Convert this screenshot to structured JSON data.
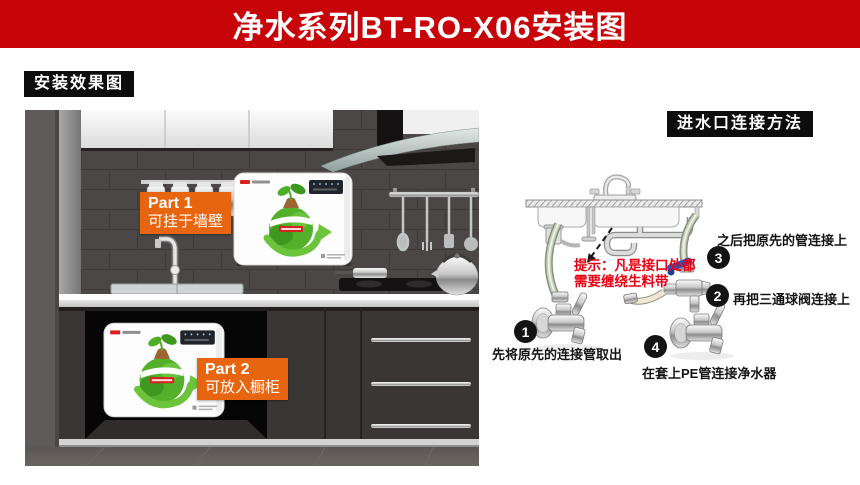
{
  "banner": {
    "title": "净水系列BT-RO-X06安装图"
  },
  "colors": {
    "banner_red": "#c70408",
    "label_black": "#0d0d0d",
    "part_orange": "#e8650f",
    "tip_red": "#e60012",
    "eco_green": "#54b02a"
  },
  "effect_section": {
    "label": "安装效果图",
    "part1": {
      "title": "Part 1",
      "desc": "可挂于墙壁"
    },
    "part2": {
      "title": "Part 2",
      "desc": "可放入橱柜"
    }
  },
  "inlet_section": {
    "label": "进水口连接方法",
    "tip_line1": "提示：凡是接口处都",
    "tip_line2": "需要缠绕生料带",
    "steps": [
      {
        "num": "1",
        "text": "先将原先的连接管取出"
      },
      {
        "num": "2",
        "text": "再把三通球阀连接上"
      },
      {
        "num": "3",
        "text": "之后把原先的管连接上"
      },
      {
        "num": "4",
        "text": "在套上PE管连接净水器"
      }
    ]
  }
}
